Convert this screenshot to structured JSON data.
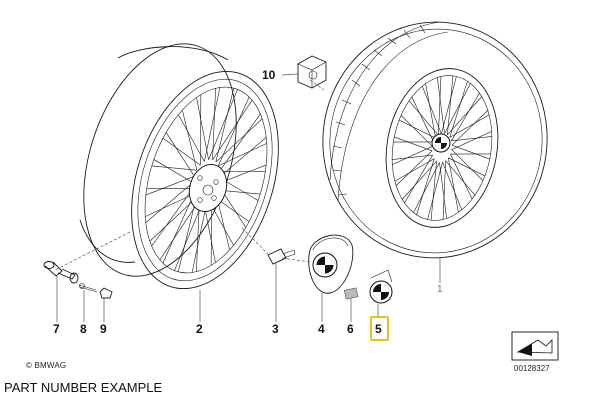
{
  "callouts": {
    "c1": "1",
    "c2": "2",
    "c3": "3",
    "c4": "4",
    "c5": "5",
    "c6": "6",
    "c7": "7",
    "c8": "8",
    "c9": "9",
    "c10": "10"
  },
  "highlight_color": "#e8c21a",
  "highlighted_part": "5",
  "copyright": "© BMWAG",
  "image_id": "00128327",
  "caption": "PART NUMBER EXAMPLE"
}
